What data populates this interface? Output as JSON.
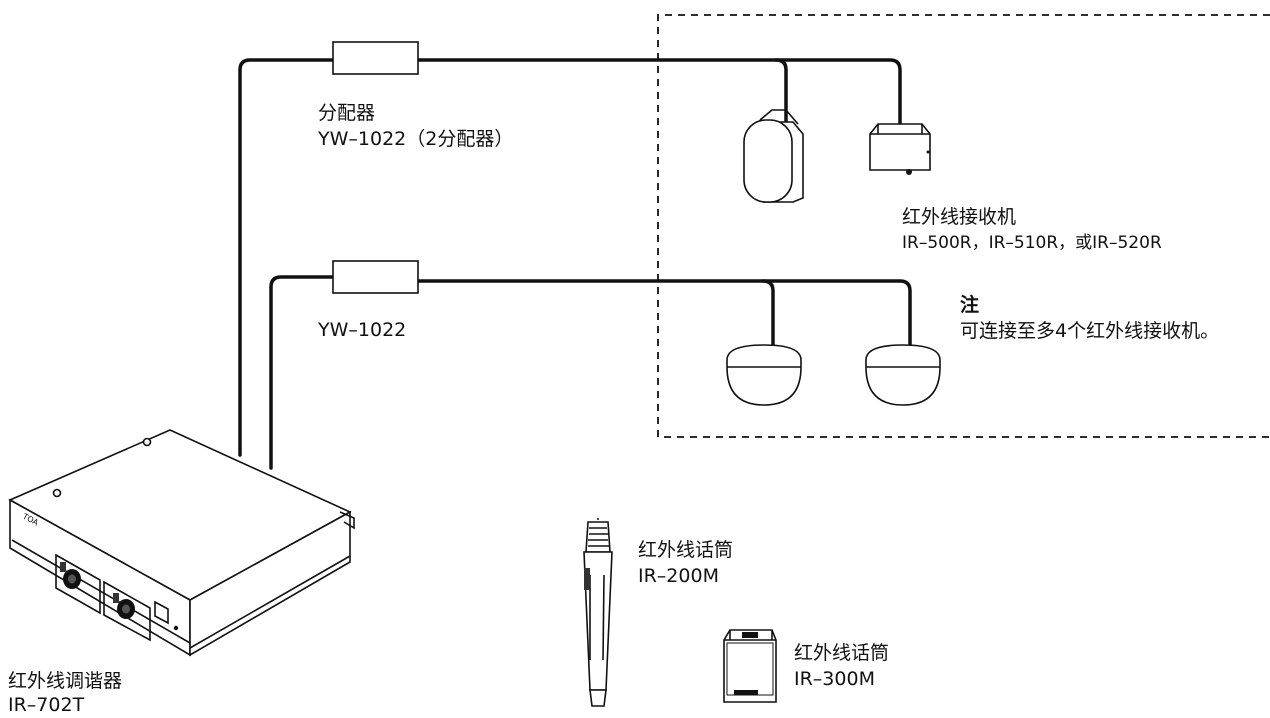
{
  "labels": {
    "splitter_name": "分配器",
    "splitter_model": "YW–1022（2分配器）",
    "splitter2_model": "YW–1022",
    "receiver_name": "红外线接收机",
    "receiver_models": "IR–500R，IR–510R，或IR–520R",
    "note_title": "注",
    "note_text": "可连接至多4个红外线接收机。",
    "tuner_name": "红外线调谐器",
    "tuner_model": "IR–702T",
    "mic1_name": "红外线话筒",
    "mic1_model": "IR–200M",
    "mic2_name": "红外线话筒",
    "mic2_model": "IR–300M"
  },
  "device_text": {
    "tuner_brand": "TOA"
  }
}
